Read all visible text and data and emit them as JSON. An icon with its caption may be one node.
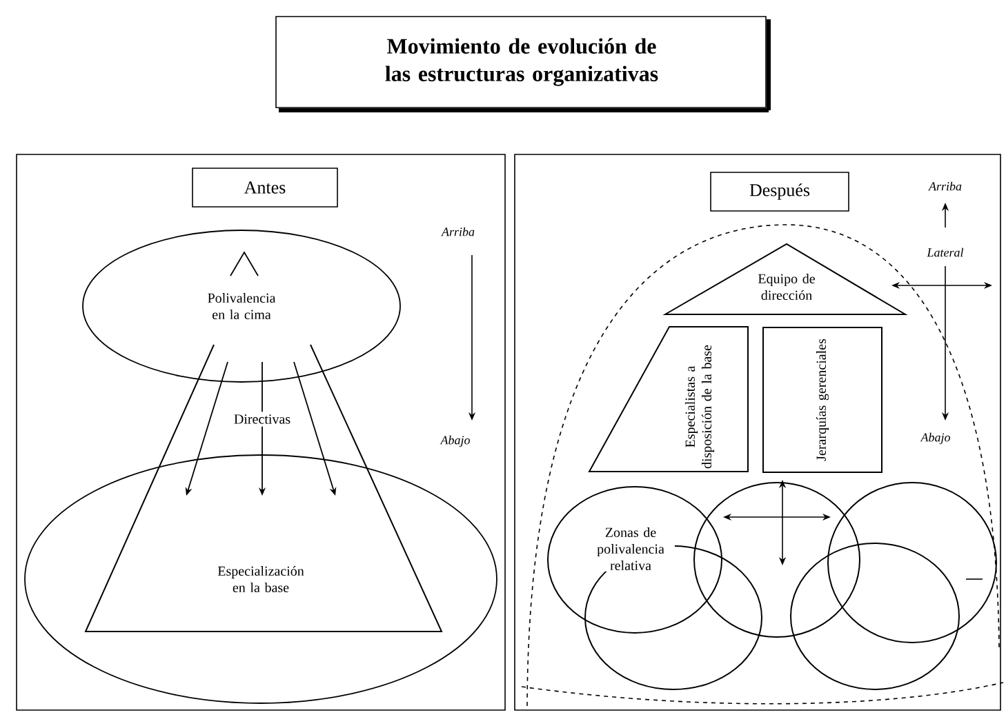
{
  "diagram": {
    "title": "Movimiento de evolución de las estructuras organizativas",
    "nodes": [
      {
        "text": [
          "Antes"
        ]
      },
      {
        "text": [
          "Polivalencia en la cima"
        ]
      },
      {
        "text": [
          "Especialización en la base"
        ]
      },
      {
        "text": [
          "Después"
        ]
      },
      {
        "text": [
          "Equipo de dirección"
        ]
      },
      {
        "text": [
          "Especialistas a disposición de la base"
        ]
      },
      {
        "text": [
          "Jerarquías gerenciales"
        ]
      },
      {
        "text": [
          "Zonas de polivalencia relativa"
        ]
      },
      {
        "text": [],
        "shape": "circle"
      },
      {
        "text": [],
        "shape": "circle"
      },
      {
        "text": [],
        "shape": "circle"
      },
      {
        "text": [],
        "shape": "circle"
      }
    ],
    "edges": [
      {
        "from": 1,
        "to": 2,
        "arrow": "to"
      },
      {
        "from": 1,
        "to": 2,
        "arrow": "to",
        "label": "Directivas"
      },
      {
        "from": 1,
        "to": 2,
        "arrow": "to"
      }
    ],
    "labels": [
      "Arriba",
      "Abajo",
      "Arriba",
      "Lateral",
      "Abajo"
    ]
  }
}
